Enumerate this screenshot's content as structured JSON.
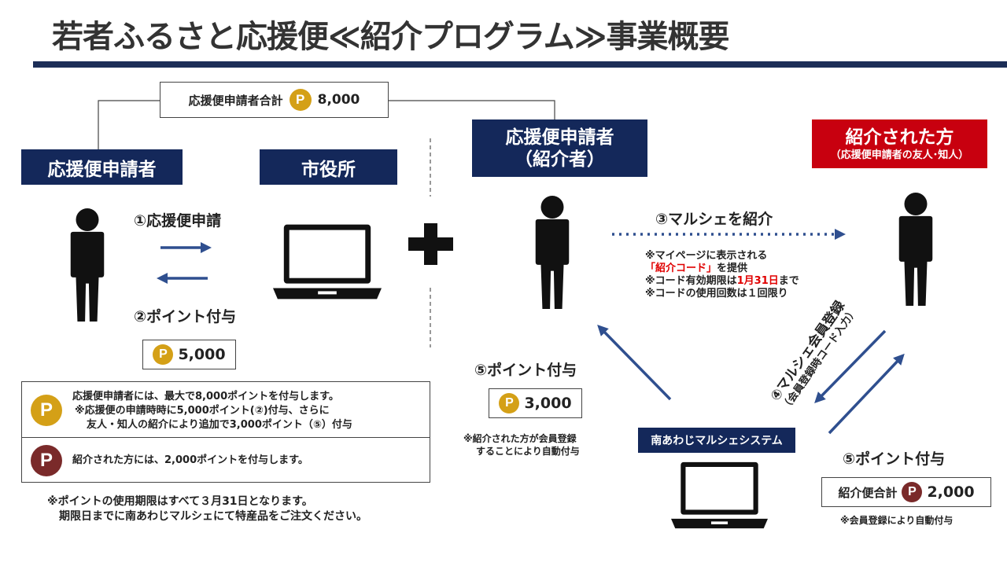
{
  "title": "若者ふるさと応援便≪紹介プログラム≫事業概要",
  "total": {
    "label": "応援便申請者合計",
    "coin": "P",
    "points": "8,000"
  },
  "left_actor": {
    "label": "応援便申請者"
  },
  "city_office": {
    "label": "市役所"
  },
  "step1": "①応援便申請",
  "step2": "②ポイント付与",
  "badge_5000": {
    "coin": "P",
    "points": "5,000"
  },
  "referrer": {
    "line1": "応援便申請者",
    "line2": "（紹介者）"
  },
  "referred": {
    "line1": "紹介された方",
    "line2": "（応援便申請者の友人･知人）"
  },
  "step3": "③マルシェを紹介",
  "step3_notes": {
    "n1": "※マイページに表示される",
    "n2_hl": "「紹介コード」",
    "n2_rest": "を提供",
    "n3_pre": "※コード有効期限は",
    "n3_hl": "1月31日",
    "n3_post": "まで",
    "n4": "※コードの使用回数は１回限り"
  },
  "step4": {
    "line1": "④マルシェ会員登録",
    "line2": "（会員登録時コード入力）"
  },
  "step5_left": "⑤ポイント付与",
  "badge_3000": {
    "coin": "P",
    "points": "3,000"
  },
  "step5_left_note": {
    "line1": "※紹介された方が会員登録",
    "line2": "することにより自動付与"
  },
  "system": {
    "label": "南あわじマルシェシステム"
  },
  "step5_right": "⑤ポイント付与",
  "badge_2000": {
    "label": "紹介便合計",
    "coin": "P",
    "points": "2,000"
  },
  "step5_right_note": "※会員登録により自動付与",
  "legend": {
    "row1": {
      "coin": "P",
      "line1": "応援便申請者には、最大で8,000ポイントを付与します。",
      "line2": "※応援便の申請時時に5,000ポイント(②)付与、さらに",
      "line3": "友人・知人の紹介により追加で3,000ポイント（⑤）付与"
    },
    "row2": {
      "coin": "P",
      "text": "紹介された方には、2,000ポイントを付与します。"
    }
  },
  "footer": {
    "line1": "※ポイントの使用期限はすべて３月31日となります。",
    "line2": "期限日までに南あわじマルシェにて特産品をご注文ください。"
  },
  "colors": {
    "navy": "#14285a",
    "red": "#c8000f",
    "gold": "#d4a017",
    "brown": "#7a2a2a",
    "arrow_blue": "#2f4f8f"
  }
}
